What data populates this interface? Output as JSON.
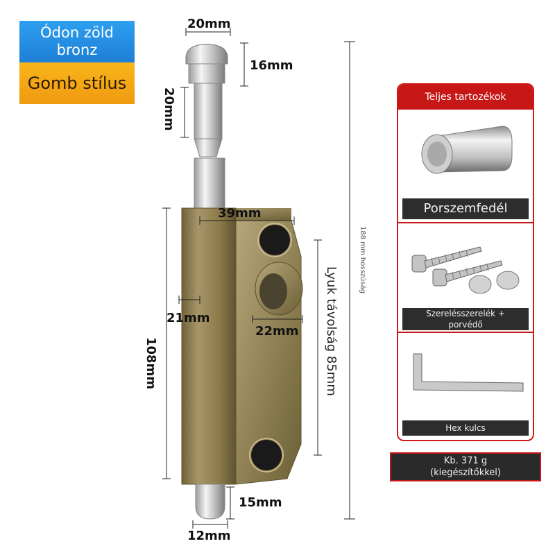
{
  "badges": {
    "finish": "Ódon zöld bronz",
    "style": "Gomb stílus"
  },
  "dimensions": {
    "knob_width": "20mm",
    "knob_height": "16mm",
    "neck_height": "20mm",
    "body_width": "39mm",
    "body_side": "21mm",
    "knob_base": "22mm",
    "body_length": "108mm",
    "hole_distance": "Lyuk távolság 85mm",
    "pin_length": "15mm",
    "pin_diameter": "12mm",
    "total_length": "188 mm hosszúság"
  },
  "accessories": {
    "header": "Teljes tartozékok",
    "dust_cover": "Porszemfedél",
    "screws_line1": "Szerelésszerelék +",
    "screws_line2": "porvédő",
    "hex_key": "Hex kulcs"
  },
  "weight": {
    "line1": "Kb. 371 g",
    "line2": "(kiegészítőkkel)"
  },
  "colors": {
    "brass": "#8c7a48",
    "accent_red": "#c61616",
    "badge_blue": "#1d7fd6",
    "badge_orange": "#f09a10"
  }
}
